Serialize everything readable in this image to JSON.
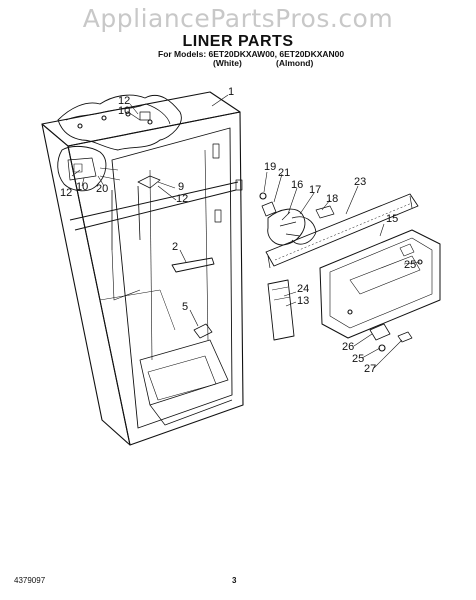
{
  "watermark": "AppliancePartsPros.com",
  "title": "LINER PARTS",
  "models_line": "For Models: 6ET20DKXAW00, 6ET20DKXAN00",
  "model_color_1": "(White)",
  "model_color_2": "(Almond)",
  "footer_code": "4379097",
  "page_number": "3",
  "callouts": {
    "c1": "1",
    "c12a": "12",
    "c10a": "10",
    "c12b": "12",
    "c10b": "10",
    "c20": "20",
    "c19": "19",
    "c21": "21",
    "c16": "16",
    "c17": "17",
    "c23": "23",
    "c18": "18",
    "c9": "9",
    "c12c": "12",
    "c15": "15",
    "c2": "2",
    "c25a": "25",
    "c24": "24",
    "c13": "13",
    "c5": "5",
    "c26": "26",
    "c25b": "25",
    "c27": "27"
  }
}
